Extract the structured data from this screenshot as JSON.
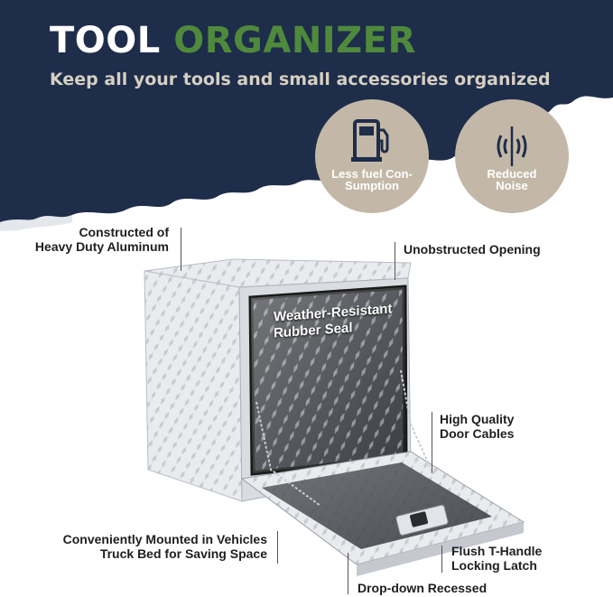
{
  "header": {
    "title_white": "TOOL",
    "title_green": "ORGANIZER",
    "subtitle": "Keep all your tools and small accessories organized"
  },
  "badges": [
    {
      "icon": "fuel-pump-icon",
      "label_line1": "Less fuel Con-",
      "label_line2": "Sumption"
    },
    {
      "icon": "sound-wave-icon",
      "label_line1": "Reduced",
      "label_line2": "Noise"
    }
  ],
  "callouts": {
    "construction_l1": "Constructed of",
    "construction_l2": "Heavy Duty Aluminum",
    "opening": "Unobstructed Opening",
    "seal_l1": "Weather-Resistant",
    "seal_l2": "Rubber Seal",
    "cables_l1": "High Quality",
    "cables_l2": "Door Cables",
    "mounted_l1": "Conveniently Mounted in Vehicles",
    "mounted_l2": "Truck Bed for Saving Space",
    "handle_l1": "Flush T-Handle",
    "handle_l2": "Locking Latch",
    "recessed": "Drop-down Recessed"
  },
  "colors": {
    "navy": "#1e2d4a",
    "green": "#4f8a3c",
    "beige": "#c3b8a7",
    "subtitle": "#d6cfc2"
  }
}
